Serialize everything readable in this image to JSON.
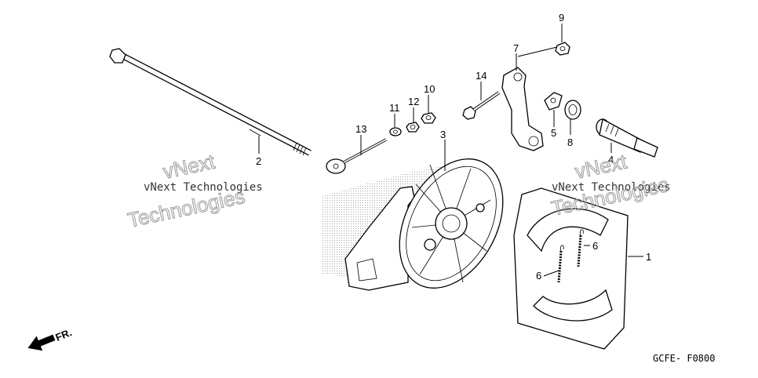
{
  "callouts": {
    "p1": "1",
    "p2": "2",
    "p3": "3",
    "p4": "4",
    "p5": "5",
    "p6a": "6",
    "p6b": "6",
    "p7": "7",
    "p8": "8",
    "p9": "9",
    "p10": "10",
    "p11": "11",
    "p12": "12",
    "p13": "13",
    "p14": "14"
  },
  "watermark": {
    "line1": "vNext Technologies",
    "line2": "vNext Technologies",
    "big1a": "vNext",
    "big1b": "Technologies",
    "big2a": "vNext",
    "big2b": "Technologies"
  },
  "front_label": "FR.",
  "diagram_code": "GCFE- F0800"
}
